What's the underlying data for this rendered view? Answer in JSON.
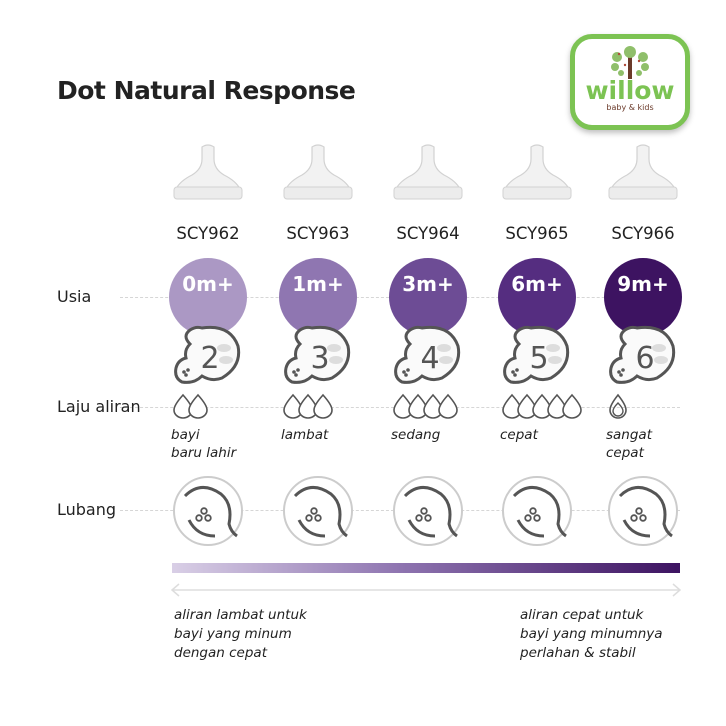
{
  "title": "Dot Natural Response",
  "logo": {
    "name": "willow",
    "tagline": "baby & kids"
  },
  "row_labels": {
    "usia": "Usia",
    "laju": "Laju aliran",
    "lubang": "Lubang"
  },
  "columns": [
    {
      "code": "SCY962",
      "age": "0m+",
      "number": "2",
      "drops": 2,
      "flow_line1": "bayi",
      "flow_line2": "baru lahir",
      "color": "#ab98c4"
    },
    {
      "code": "SCY963",
      "age": "1m+",
      "number": "3",
      "drops": 3,
      "flow_line1": "lambat",
      "flow_line2": "",
      "color": "#8f76b1"
    },
    {
      "code": "SCY964",
      "age": "3m+",
      "number": "4",
      "drops": 4,
      "flow_line1": "sedang",
      "flow_line2": "",
      "color": "#6d4c95"
    },
    {
      "code": "SCY965",
      "age": "6m+",
      "number": "5",
      "drops": 5,
      "flow_line1": "cepat",
      "flow_line2": "",
      "color": "#552d80"
    },
    {
      "code": "SCY966",
      "age": "9m+",
      "number": "6",
      "drops": 1,
      "flow_line1": "sangat",
      "flow_line2": "cepat",
      "color": "#3d1361"
    }
  ],
  "scale": {
    "left_line1": "aliran lambat untuk",
    "left_line2": "bayi yang minum",
    "left_line3": "dengan cepat",
    "right_line1": "aliran cepat untuk",
    "right_line2": "bayi yang minumnya",
    "right_line3": "perlahan & stabil"
  }
}
